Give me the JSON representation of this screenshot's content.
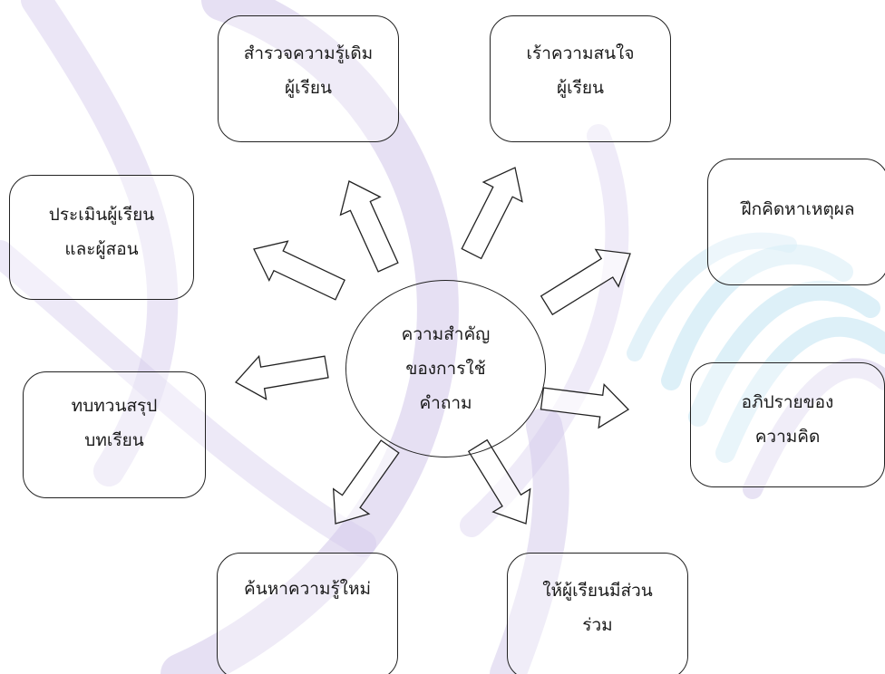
{
  "diagram": {
    "center": {
      "lines": [
        "ความสำคัญ",
        "ของการใช้",
        "คำถาม"
      ]
    },
    "nodes": [
      {
        "id": "survey",
        "lines": [
          "สำรวจความรู้เดิม",
          "ผู้เรียน"
        ]
      },
      {
        "id": "interest",
        "lines": [
          "เร้าความสนใจ",
          "ผู้เรียน"
        ]
      },
      {
        "id": "reasoning",
        "lines": [
          "ฝึกคิดหาเหตุผล"
        ]
      },
      {
        "id": "discuss",
        "lines": [
          "อภิปรายของ",
          "ความคิด"
        ]
      },
      {
        "id": "participate",
        "lines": [
          "ให้ผู้เรียนมีส่วน",
          "ร่วม"
        ]
      },
      {
        "id": "newknowledge",
        "lines": [
          "ค้นหาความรู้ใหม่"
        ]
      },
      {
        "id": "review",
        "lines": [
          "ทบทวนสรุป",
          "บทเรียน"
        ]
      },
      {
        "id": "evaluate",
        "lines": [
          "ประเมินผู้เรียน",
          "และผู้สอน"
        ]
      }
    ]
  },
  "colors": {
    "watermark_purple": "#c9bde3",
    "watermark_blue": "#a9dcf0",
    "stroke": "#222222"
  }
}
